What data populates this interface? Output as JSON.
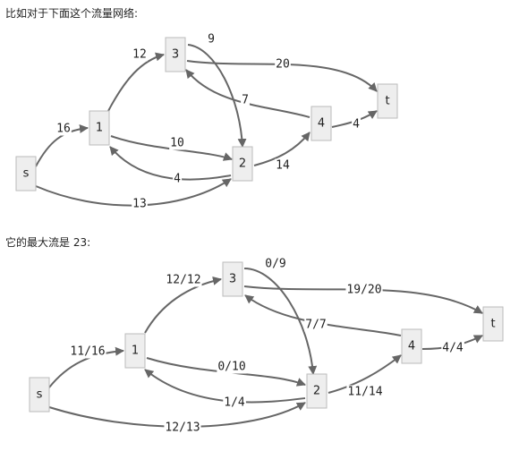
{
  "intro_text": "比如对于下面这个流量网络:",
  "result_text": "它的最大流是 23:",
  "node_labels": [
    "s",
    "1",
    "2",
    "3",
    "4",
    "t"
  ],
  "network": {
    "edges": [
      {
        "from": "s",
        "to": "1",
        "label": "16"
      },
      {
        "from": "s",
        "to": "2",
        "label": "13"
      },
      {
        "from": "1",
        "to": "3",
        "label": "12"
      },
      {
        "from": "1",
        "to": "2",
        "label": "10"
      },
      {
        "from": "2",
        "to": "1",
        "label": "4"
      },
      {
        "from": "3",
        "to": "2",
        "label": "9"
      },
      {
        "from": "3",
        "to": "t",
        "label": "20"
      },
      {
        "from": "4",
        "to": "3",
        "label": "7"
      },
      {
        "from": "4",
        "to": "t",
        "label": "4"
      },
      {
        "from": "2",
        "to": "4",
        "label": "14"
      }
    ]
  },
  "max_flow": {
    "edges": [
      {
        "from": "s",
        "to": "1",
        "label": "11/16"
      },
      {
        "from": "s",
        "to": "2",
        "label": "12/13"
      },
      {
        "from": "1",
        "to": "3",
        "label": "12/12"
      },
      {
        "from": "1",
        "to": "2",
        "label": "0/10"
      },
      {
        "from": "2",
        "to": "1",
        "label": "1/4"
      },
      {
        "from": "3",
        "to": "2",
        "label": "0/9"
      },
      {
        "from": "3",
        "to": "t",
        "label": "19/20"
      },
      {
        "from": "4",
        "to": "3",
        "label": "7/7"
      },
      {
        "from": "4",
        "to": "t",
        "label": "4/4"
      },
      {
        "from": "2",
        "to": "4",
        "label": "11/14"
      }
    ]
  },
  "colors": {
    "node_fill": "#eeeeee",
    "node_border": "#bbbbbb",
    "edge": "#666666",
    "text": "#222222"
  }
}
